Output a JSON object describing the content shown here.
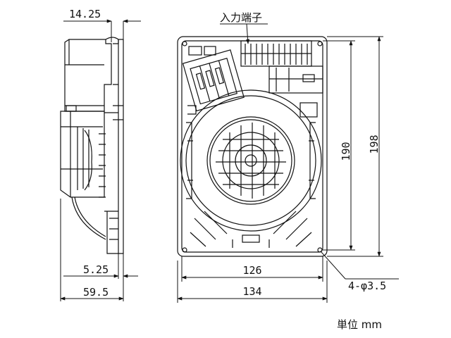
{
  "drawing": {
    "dims": {
      "top_width": "14.25",
      "left_small": "5.25",
      "left_total": "59.5",
      "inner_width": "126",
      "outer_width": "134",
      "inner_height": "190",
      "outer_height": "198",
      "holes": "4-φ3.5"
    },
    "labels": {
      "input_terminal": "入力端子",
      "unit": "単位 mm"
    },
    "colors": {
      "line": "#111111",
      "background": "#ffffff"
    }
  }
}
